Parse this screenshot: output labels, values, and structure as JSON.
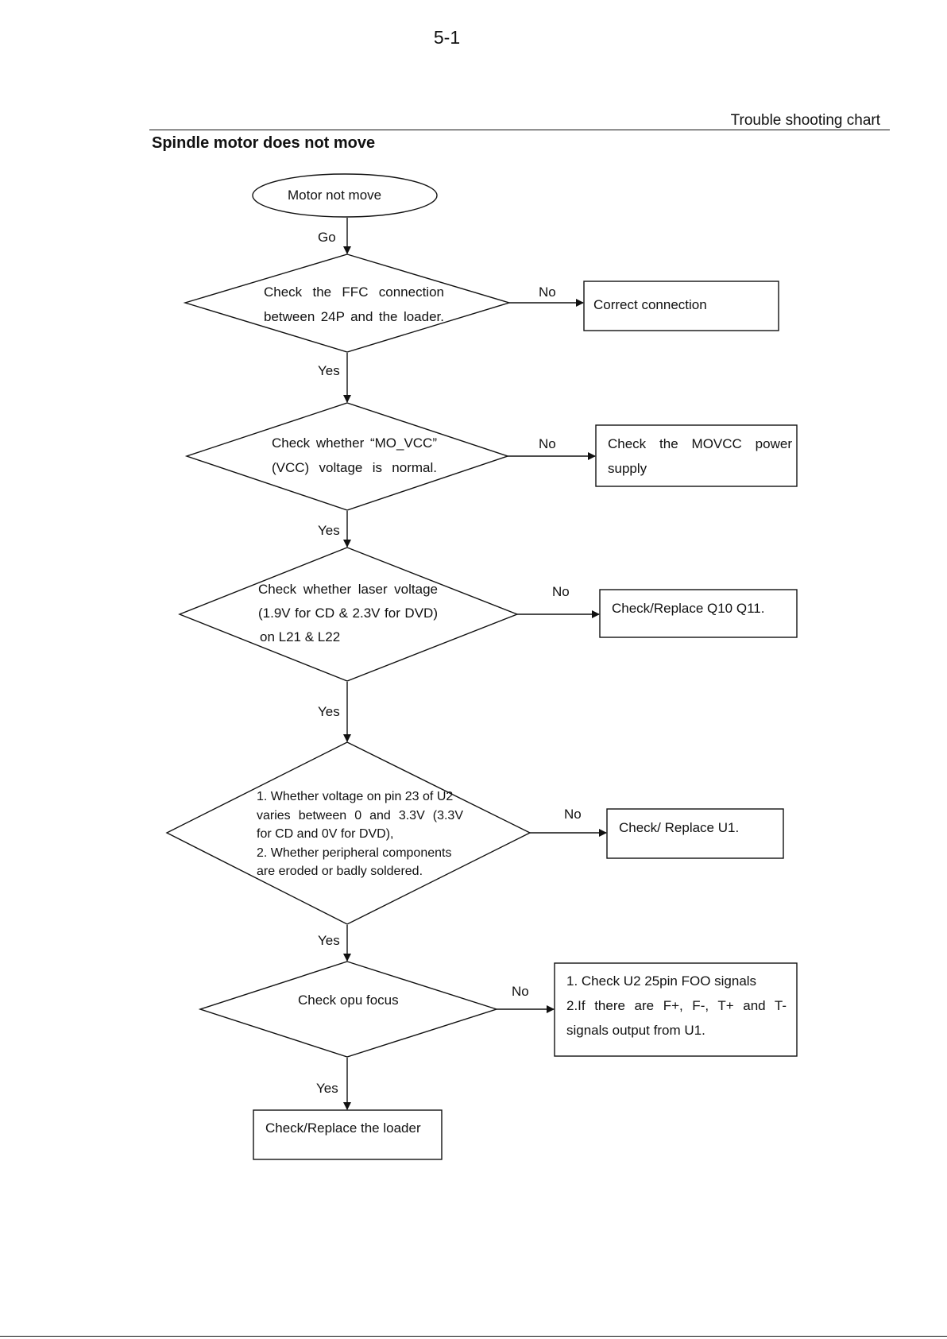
{
  "page": {
    "number": "5-1",
    "header_label": "Trouble shooting chart",
    "title": "Spindle motor does not move"
  },
  "flow": {
    "start": "Motor not move",
    "go_label": "Go",
    "decisions": [
      {
        "lines": [
          "Check the FFC connection",
          "between 24P and the loader."
        ],
        "yes": "Yes",
        "no": "No"
      },
      {
        "lines": [
          "Check whether “MO_VCC”",
          "(VCC) voltage is normal."
        ],
        "yes": "Yes",
        "no": "No"
      },
      {
        "lines": [
          "Check whether laser voltage",
          "(1.9V for CD & 2.3V for DVD)",
          "on L21 & L22"
        ],
        "yes": "Yes",
        "no": "No"
      },
      {
        "lines": [
          "1. Whether voltage on pin 23 of U2",
          "varies between 0 and 3.3V (3.3V",
          "for CD and 0V for DVD),",
          "2. Whether peripheral components",
          "are eroded or badly soldered."
        ],
        "yes": "Yes",
        "no": "No"
      },
      {
        "lines": [
          "Check opu focus"
        ],
        "yes": "Yes",
        "no": "No"
      }
    ],
    "actions": [
      {
        "lines": [
          "Correct connection"
        ]
      },
      {
        "lines": [
          "Check the MOVCC power",
          "supply"
        ]
      },
      {
        "lines": [
          "Check/Replace Q10 Q11."
        ]
      },
      {
        "lines": [
          "Check/ Replace U1."
        ]
      },
      {
        "lines": [
          "1. Check U2 25pin FOO signals",
          "2.If there are F+, F-, T+ and T-",
          "signals output from U1."
        ]
      }
    ],
    "end": "Check/Replace the loader"
  }
}
